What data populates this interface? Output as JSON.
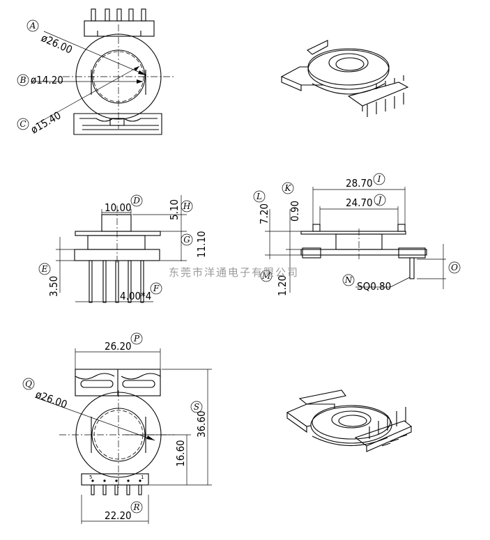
{
  "watermark": "东莞市洋通电子有限公司",
  "labels": {
    "A": "A",
    "B": "B",
    "C": "C",
    "D": "D",
    "E": "E",
    "F": "F",
    "G": "G",
    "H": "H",
    "I": "I",
    "J": "J",
    "K": "K",
    "L": "L",
    "M": "M",
    "N": "N",
    "O": "O",
    "P": "P",
    "Q": "Q",
    "R": "R",
    "S": "S"
  },
  "dimensions": {
    "A": "ø26.00",
    "B": "ø14.20",
    "C": "ø15.40",
    "D": "10.00",
    "E": "3.50",
    "F": "4.00*4",
    "G": "11.10",
    "H": "5.10",
    "I": "28.70",
    "J": "24.70",
    "K": "0.90",
    "L": "7.20",
    "M": "1.20",
    "N": "SQ0.80",
    "P": "26.20",
    "Q": "ø26.00",
    "R": "22.20",
    "S": "36.60",
    "S2": "16.60"
  },
  "pin_numbers": {
    "left": "5",
    "right": "1"
  }
}
